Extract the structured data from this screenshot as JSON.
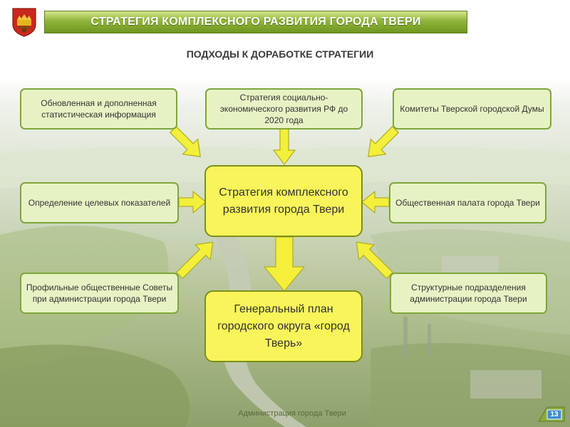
{
  "header": {
    "title": "СТРАТЕГИЯ КОМПЛЕКСНОГО РАЗВИТИЯ ГОРОДА ТВЕРИ"
  },
  "subtitle": "ПОДХОДЫ К ДОРАБОТКЕ СТРАТЕГИИ",
  "center": {
    "strategy": "Стратегия комплексного развития города Твери",
    "general_plan": "Генеральный план городского округа «город Тверь»"
  },
  "sources": {
    "statistics": "Обновленная и дополненная статистическая информация",
    "federal_strategy": "Стратегия социально-экономического развития РФ до 2020 года",
    "duma_committees": "Комитеты Тверской городской Думы",
    "target_indicators": "Определение целевых показателей",
    "public_chamber": "Общественная палата города Твери",
    "councils": "Профильные общественные Советы при администрации города Твери",
    "divisions": "Структурные подразделения администрации города Твери"
  },
  "footer": {
    "text": "Администрация города Твери",
    "page_number": "13"
  },
  "colors": {
    "header_green": "#7fa52c",
    "box_fill": "#e7f2c4",
    "box_border": "#7ea63a",
    "center_fill": "#f8f45a",
    "arrow_fill": "#f3ef3a"
  }
}
